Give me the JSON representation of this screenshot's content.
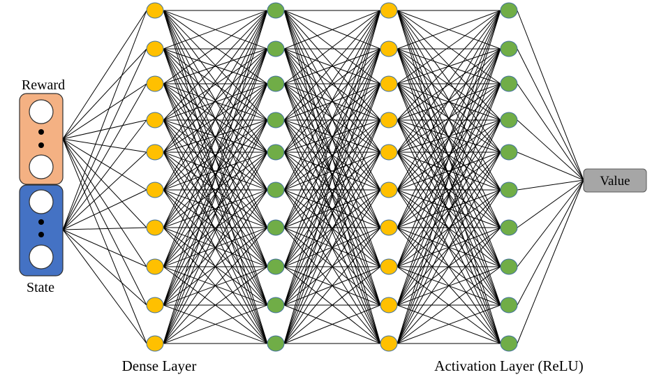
{
  "labels": {
    "reward": "Reward",
    "state": "State",
    "dense_layer": "Dense Layer",
    "activation_layer": "Activation Layer (ReLU)",
    "output": "Value"
  },
  "colors": {
    "reward_box": "#f4b183",
    "state_box": "#4472c4",
    "dense_node": "#ffc000",
    "activation_node": "#70ad47",
    "node_border": "#41719c",
    "output_box": "#a6a6a6",
    "edge": "#000000"
  },
  "network": {
    "layers": [
      {
        "kind": "dense",
        "nodes": 10
      },
      {
        "kind": "activation",
        "nodes": 10
      },
      {
        "kind": "dense",
        "nodes": 10
      },
      {
        "kind": "activation",
        "nodes": 10
      }
    ],
    "inputs": [
      "Reward",
      "State"
    ],
    "output": "Value",
    "fully_connected": true
  }
}
